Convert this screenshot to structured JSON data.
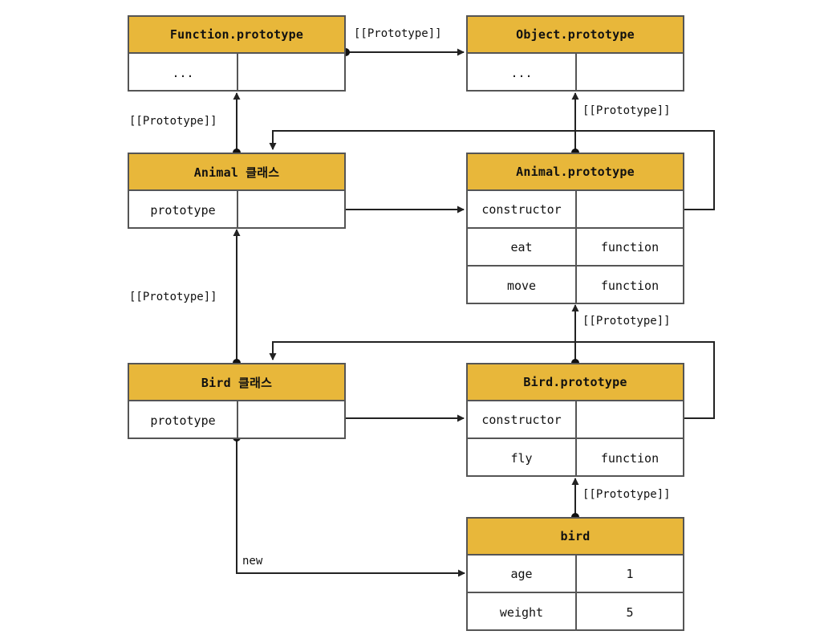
{
  "diagram": {
    "title": "JavaScript prototype chain diagram",
    "accent_color": "#E8B73A",
    "line_color": "#222222",
    "border_color": "#555555",
    "background_color": "#FFFFFF"
  },
  "nodes": {
    "function_prototype": {
      "title": "Function.prototype",
      "rows": [
        {
          "key": "...",
          "value": ""
        }
      ]
    },
    "object_prototype": {
      "title": "Object.prototype",
      "rows": [
        {
          "key": "...",
          "value": ""
        }
      ]
    },
    "animal_class": {
      "title": "Animal 클래스",
      "rows": [
        {
          "key": "prototype",
          "value": ""
        }
      ]
    },
    "animal_prototype": {
      "title": "Animal.prototype",
      "rows": [
        {
          "key": "constructor",
          "value": ""
        },
        {
          "key": "eat",
          "value": "function"
        },
        {
          "key": "move",
          "value": "function"
        }
      ]
    },
    "bird_class": {
      "title": "Bird 클래스",
      "rows": [
        {
          "key": "prototype",
          "value": ""
        }
      ]
    },
    "bird_prototype": {
      "title": "Bird.prototype",
      "rows": [
        {
          "key": "constructor",
          "value": ""
        },
        {
          "key": "fly",
          "value": "function"
        }
      ]
    },
    "bird_instance": {
      "title": "bird",
      "rows": [
        {
          "key": "age",
          "value": "1"
        },
        {
          "key": "weight",
          "value": "5"
        }
      ]
    }
  },
  "edge_labels": {
    "function_to_object": "[[Prototype]]",
    "animal_class_to_function": "[[Prototype]]",
    "animal_proto_to_object": "[[Prototype]]",
    "bird_class_to_animal_class": "[[Prototype]]",
    "bird_proto_to_animal_proto": "[[Prototype]]",
    "bird_instance_to_bird_proto": "[[Prototype]]",
    "new_operator": "new"
  }
}
